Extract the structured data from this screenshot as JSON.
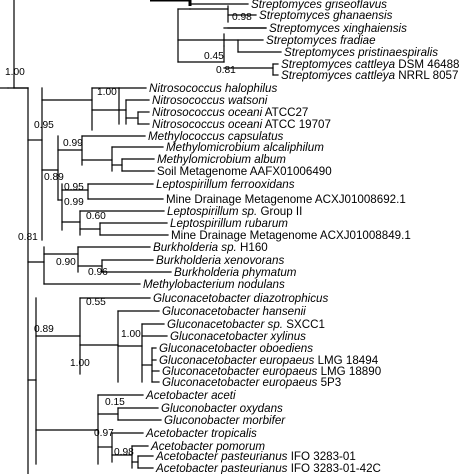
{
  "tree": {
    "support_values": {
      "s1": "0.98",
      "s2": "0.45",
      "s3": "0.81",
      "s4": "1.00",
      "s5": "1.00",
      "s6": "0.95",
      "s7": "0.99",
      "s8": "0.89",
      "s9": "0.95",
      "s10": "0.99",
      "s11": "0.60",
      "s12": "0.81",
      "s13": "0.90",
      "s14": "0.96",
      "s15": "0.89",
      "s16": "0.55",
      "s17": "1.00",
      "s18": "1.00",
      "s19": "0.15",
      "s20": "0.97",
      "s21": "0.98"
    },
    "leaves": [
      {
        "italic": "Streptomyces griseoflavus",
        "plain": ""
      },
      {
        "italic": "Streptomyces ghanaensis",
        "plain": ""
      },
      {
        "italic": "Streptomyces xinghaiensis",
        "plain": ""
      },
      {
        "italic": "Streptomyces fradiae",
        "plain": ""
      },
      {
        "italic": "Streptomyces pristinaespiralis",
        "plain": ""
      },
      {
        "italic": "Streptomyces cattleya",
        "plain": " DSM 46488"
      },
      {
        "italic": "Streptomyces cattleya",
        "plain": " NRRL 8057"
      },
      {
        "italic": "Nitrosococcus halophilus",
        "plain": ""
      },
      {
        "italic": "Nitrosococcus watsoni",
        "plain": ""
      },
      {
        "italic": "Nitrosococcus oceani",
        "plain": " ATCC27"
      },
      {
        "italic": "Nitrosococcus oceani",
        "plain": " ATCC 19707"
      },
      {
        "italic": "Methylococcus capsulatus",
        "plain": ""
      },
      {
        "italic": "Methylomicrobium alcaliphilum",
        "plain": ""
      },
      {
        "italic": "Methylomicrobium album",
        "plain": ""
      },
      {
        "italic": "",
        "plain": "Soil Metagenome AAFX01006490"
      },
      {
        "italic": "Leptospirillum ferrooxidans",
        "plain": ""
      },
      {
        "italic": "",
        "plain": "Mine Drainage Metagenome ACXJ01008692.1"
      },
      {
        "italic": "Leptospirillum sp.",
        "plain": " Group II"
      },
      {
        "italic": "Leptospirillum rubarum",
        "plain": ""
      },
      {
        "italic": "",
        "plain": "Mine Drainage Metagenome ACXJ01008849.1"
      },
      {
        "italic": "Burkholderia sp.",
        "plain": " H160"
      },
      {
        "italic": "Burkholderia xenovorans",
        "plain": ""
      },
      {
        "italic": "Burkholderia phymatum",
        "plain": ""
      },
      {
        "italic": "Methylobacterium nodulans",
        "plain": ""
      },
      {
        "italic": "Gluconacetobacter diazotrophicus",
        "plain": ""
      },
      {
        "italic": "Gluconacetobacter hansenii",
        "plain": ""
      },
      {
        "italic": "Gluconacetobacter sp.",
        "plain": " SXCC1"
      },
      {
        "italic": "Gluconacetobacter xylinus",
        "plain": ""
      },
      {
        "italic": "Gluconacetobacter oboediens",
        "plain": ""
      },
      {
        "italic": "Gluconacetobacter europaeus",
        "plain": " LMG 18494"
      },
      {
        "italic": "Gluconacetobacter europaeus",
        "plain": " LMG 18890"
      },
      {
        "italic": "Gluconacetobacter europaeus",
        "plain": " 5P3"
      },
      {
        "italic": "Acetobacter aceti",
        "plain": ""
      },
      {
        "italic": "Gluconobacter oxydans",
        "plain": ""
      },
      {
        "italic": "Gluconobacter morbifer",
        "plain": ""
      },
      {
        "italic": "Acetobacter tropicalis",
        "plain": ""
      },
      {
        "italic": "Acetobacter pomorum",
        "plain": ""
      },
      {
        "italic": "Acetobacter pasteurianus",
        "plain": " IFO 3283-01"
      },
      {
        "italic": "Acetobacter pasteurianus",
        "plain": " IFO 3283-01-42C"
      }
    ]
  }
}
